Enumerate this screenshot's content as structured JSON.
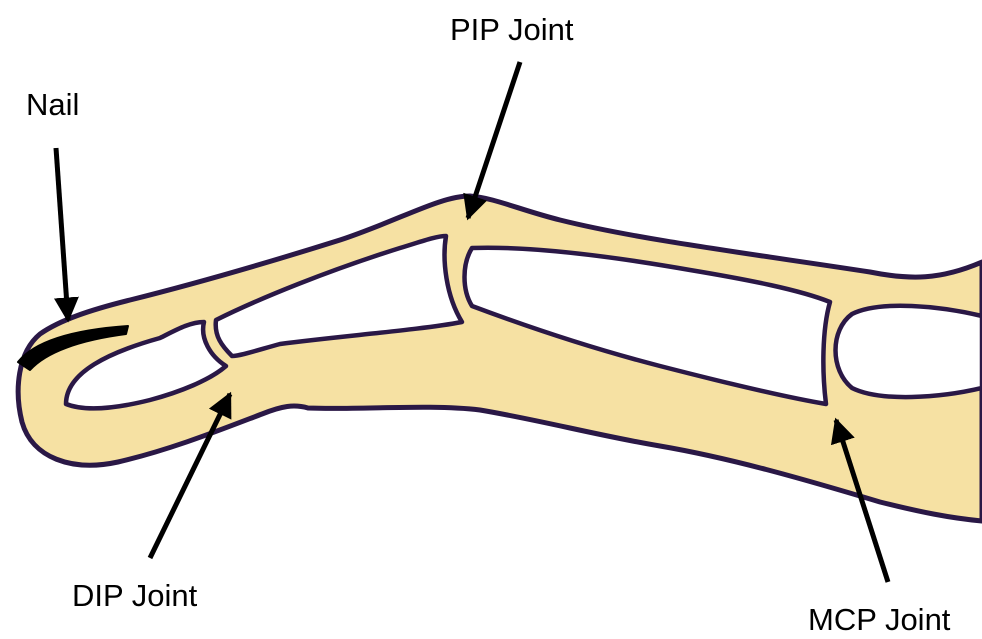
{
  "labels": {
    "nail": "Nail",
    "pip": "PIP Joint",
    "dip": "DIP Joint",
    "mcp": "MCP Joint"
  },
  "colors": {
    "tissue_fill": "#f6e1a3",
    "outline": "#2a1846",
    "bone_fill": "#ffffff",
    "nail": "#000000",
    "arrow": "#000000",
    "text": "#000000"
  }
}
